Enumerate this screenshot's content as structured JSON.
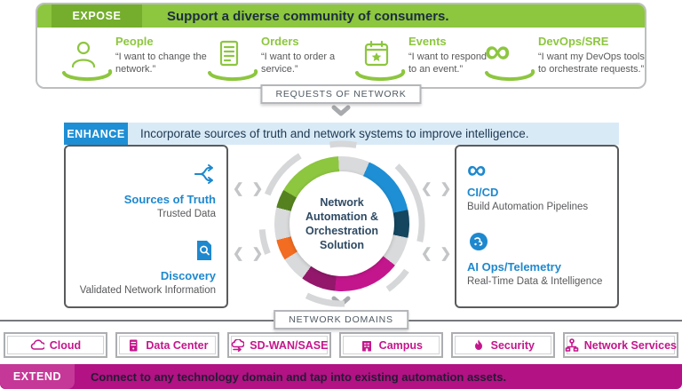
{
  "colors": {
    "green": "#8DC63F",
    "green_dark": "#74AE2C",
    "blue": "#1E8FD5",
    "blue_text": "#1E88CE",
    "blue_light": "#D9EAF7",
    "navy": "#1B2D3E",
    "magenta": "#C4168C",
    "magenta_bar": "#B21283",
    "magenta_tab": "#C53897",
    "gray_ring": "#D9DADB",
    "gray_text": "#58595B",
    "gray_chevron": "#A8AAAD",
    "box_border": "#BCBEC0",
    "inner_border": "#5A5B5D"
  },
  "expose": {
    "label": "EXPOSE",
    "headline": "Support a diverse community of consumers.",
    "connector_label": "REQUESTS OF NETWORK",
    "personas": [
      {
        "name": "People",
        "icon": "person-icon",
        "quote": "“I want to change the network.”"
      },
      {
        "name": "Orders",
        "icon": "order-document-icon",
        "quote": "“I want to order a service.”"
      },
      {
        "name": "Events",
        "icon": "calendar-event-icon",
        "quote": "“I want to respond to an event.”"
      },
      {
        "name": "DevOps/SRE",
        "icon": "infinity-devops-icon",
        "quote": "“I want my DevOps tools to orchestrate requests.”"
      }
    ]
  },
  "enhance": {
    "label": "ENHANCE",
    "headline": "Incorporate sources of truth and network systems to improve intelligence.",
    "left_items": [
      {
        "title": "Sources of Truth",
        "subtitle": "Trusted Data",
        "icon": "branch-flow-icon"
      },
      {
        "title": "Discovery",
        "subtitle": "Validated Network Information",
        "icon": "document-search-icon"
      }
    ],
    "right_items": [
      {
        "title": "CI/CD",
        "subtitle": "Build Automation Pipelines",
        "icon": "infinity-pipeline-icon"
      },
      {
        "title": "AI Ops/Telemetry",
        "subtitle": "Real-Time Data & Intelligence",
        "icon": "ai-brain-icon"
      }
    ],
    "solution": {
      "title": "Network Automation & Orchestration Solution"
    },
    "wheel": {
      "base": "#D9DADB",
      "segments": [
        {
          "from": 24,
          "to": 78,
          "color": "#1E8FD5"
        },
        {
          "from": 78,
          "to": 102,
          "color": "#14465F"
        },
        {
          "from": 128,
          "to": 186,
          "color": "#C4168C"
        },
        {
          "from": 186,
          "to": 216,
          "color": "#93186C"
        },
        {
          "from": 238,
          "to": 256,
          "color": "#F26C21"
        },
        {
          "from": 284,
          "to": 300,
          "color": "#55821F"
        },
        {
          "from": 300,
          "to": 357,
          "color": "#8DC63F"
        }
      ]
    }
  },
  "domains": {
    "connector_label": "NETWORK DOMAINS",
    "items": [
      {
        "label": "Cloud",
        "icon": "cloud-icon"
      },
      {
        "label": "Data Center",
        "icon": "data-center-icon"
      },
      {
        "label": "SD-WAN/SASE",
        "icon": "sd-wan-sase-icon"
      },
      {
        "label": "Campus",
        "icon": "campus-icon"
      },
      {
        "label": "Security",
        "icon": "security-flame-icon"
      },
      {
        "label": "Network Services",
        "icon": "network-services-icon"
      }
    ]
  },
  "extend": {
    "label": "EXTEND",
    "headline": "Connect to any technology domain and tap into existing automation assets."
  }
}
